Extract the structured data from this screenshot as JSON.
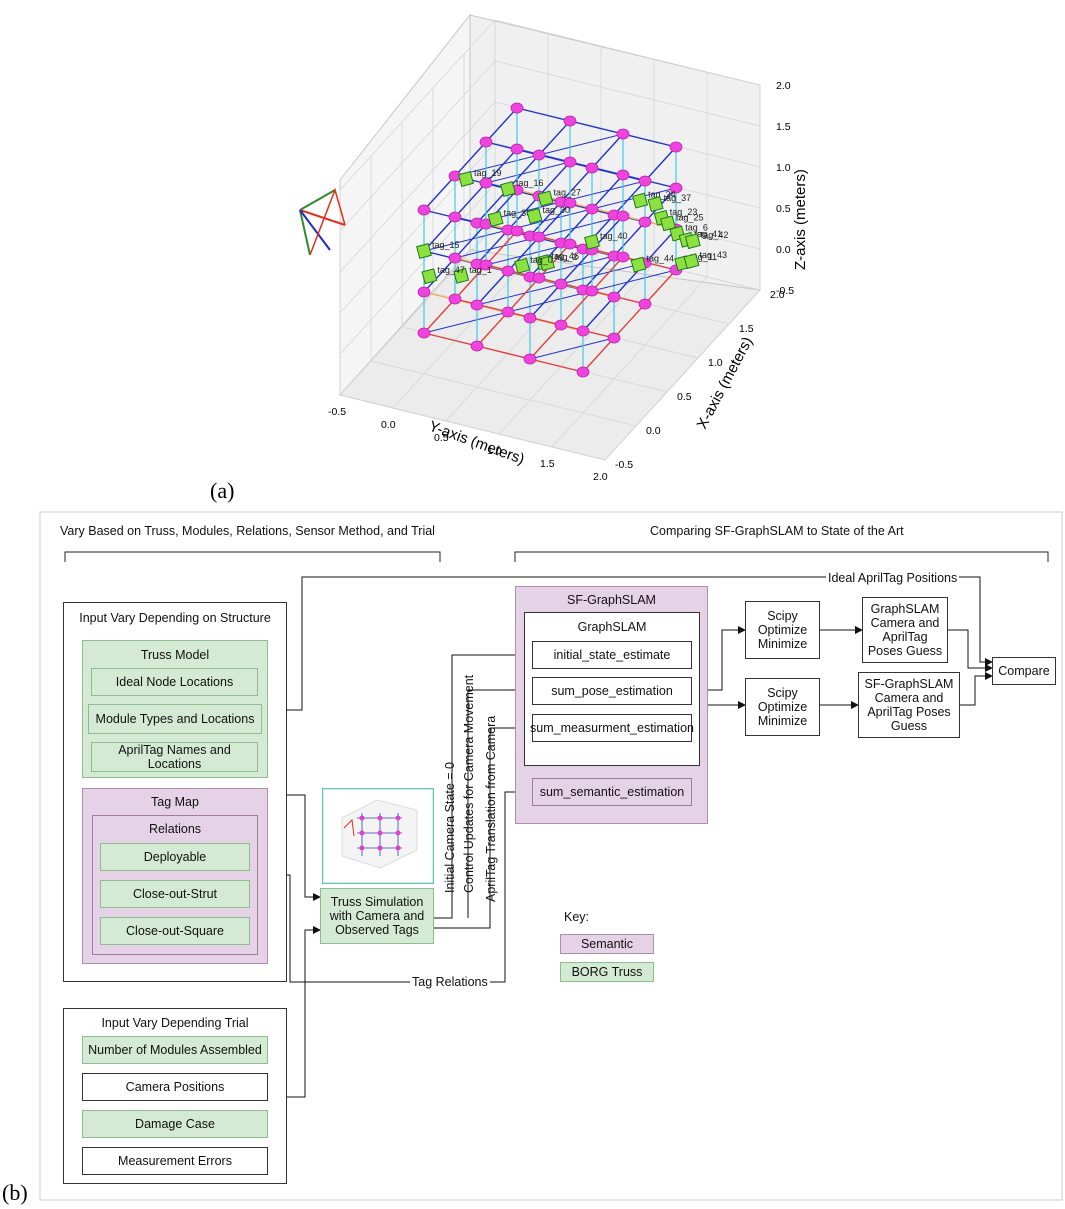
{
  "captions": {
    "a": "(a)",
    "b": "(b)"
  },
  "chart_data": {
    "type": "scatter3d",
    "xlabel": "X-axis (meters)",
    "ylabel": "Y-axis (meters)",
    "zlabel": "Z-axis (meters)",
    "xlim": [
      -0.5,
      2.0
    ],
    "ylim": [
      -0.5,
      2.0
    ],
    "zlim": [
      -0.5,
      2.0
    ],
    "x_ticks": [
      "-0.5",
      "0.0",
      "0.5",
      "1.0",
      "1.5",
      "2.0"
    ],
    "y_ticks": [
      "-0.5",
      "0.0",
      "0.5",
      "1.0",
      "1.5",
      "2.0"
    ],
    "z_ticks": [
      "-0.5",
      "0.0",
      "0.5",
      "1.0",
      "1.5",
      "2.0"
    ],
    "grid": true,
    "tag_labels": [
      "tag_19",
      "tag_27",
      "tag_16",
      "tag_24",
      "tag_37",
      "tag_23",
      "tag_25",
      "tag_6",
      "tag_41",
      "tag_42",
      "tag_11",
      "tag_43",
      "tag_44",
      "tag_46",
      "tag_2",
      "tag_0",
      "tag_1",
      "tag_47",
      "tag_15",
      "tag_40",
      "tag_36",
      "tag_30"
    ]
  },
  "diagram": {
    "header_left": "Vary Based on Truss, Modules, Relations, Sensor Method, and Trial",
    "header_right": "Comparing SF-GraphSLAM to State of the Art",
    "input_structure": {
      "title": "Input Vary Depending on Structure",
      "truss_model": {
        "title": "Truss Model",
        "items": [
          "Ideal Node Locations",
          "Module Types and Locations",
          "AprilTag Names and Locations"
        ]
      },
      "tag_map": {
        "title": "Tag Map",
        "relations_title": "Relations",
        "relations": [
          "Deployable",
          "Close-out-Strut",
          "Close-out-Square"
        ]
      }
    },
    "input_trial": {
      "title": "Input Vary Depending Trial",
      "items": [
        "Number of Modules Assembled",
        "Camera Positions",
        "Damage Case",
        "Measurement Errors"
      ]
    },
    "simulation": "Truss Simulation with Camera and Observed Tags",
    "sf_graphslam": {
      "title": "SF-GraphSLAM",
      "graphslam_title": "GraphSLAM",
      "items": [
        "initial_state_estimate",
        "sum_pose_estimation",
        "sum_measurment_estimation"
      ],
      "semantic_item": "sum_semantic_estimation"
    },
    "optimizers": [
      "Scipy Optimize Minimize",
      "Scipy Optimize Minimize"
    ],
    "guesses": [
      "GraphSLAM Camera and AprilTag Poses Guess",
      "SF-GraphSLAM Camera and AprilTag Poses Guess"
    ],
    "compare": "Compare",
    "edge_labels": {
      "ideal_positions": "Ideal AprilTag Positions",
      "initial_state": "Initial Camera State = 0",
      "control_updates": "Control Updates for Camera Movement",
      "apriltag_translation": "AprilTag Translation from Camera",
      "tag_relations": "Tag Relations"
    },
    "key": {
      "title": "Key:",
      "semantic": "Semantic",
      "borg": "BORG Truss"
    }
  }
}
